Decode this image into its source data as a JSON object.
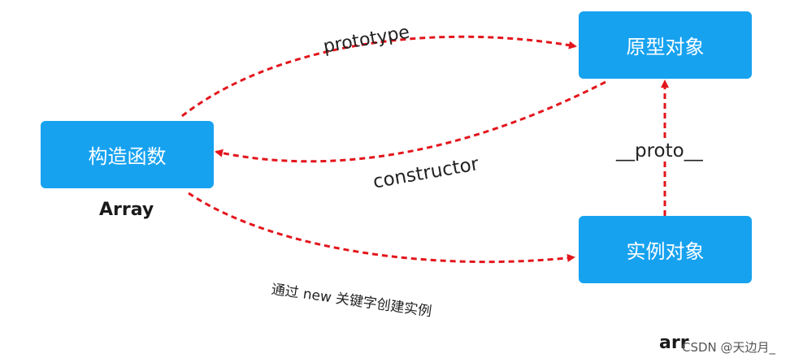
{
  "nodes": {
    "constructor_fn": "构造函数",
    "prototype_obj": "原型对象",
    "instance_obj": "实例对象"
  },
  "labels": {
    "array": "Array",
    "arr": "arr",
    "prototype": "prototype",
    "constructor": "constructor",
    "proto": "__proto__",
    "new_instance": "通过 new 关键字创建实例"
  },
  "watermark": "CSDN @天边月_",
  "colors": {
    "box": "#17a2f0",
    "arrow": "#e3151c"
  }
}
